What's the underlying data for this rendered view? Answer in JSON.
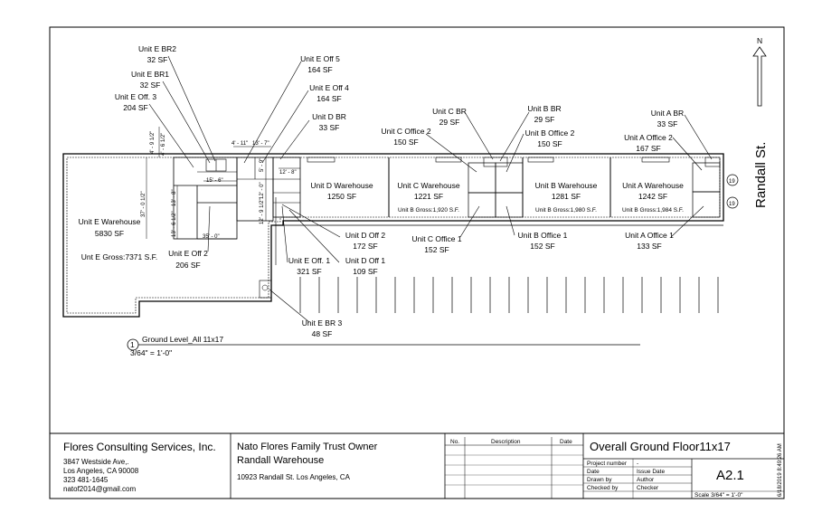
{
  "north_label": "N",
  "street_label": "Randall St.",
  "door_tag": "19",
  "rooms": {
    "unit_e_br2": {
      "name": "Unit E BR2",
      "area": "32 SF"
    },
    "unit_e_br1": {
      "name": "Unit E BR1",
      "area": "32 SF"
    },
    "unit_e_off3": {
      "name": "Unit E Off. 3",
      "area": "204 SF"
    },
    "unit_e_off5": {
      "name": "Unit E Off 5",
      "area": "164 SF"
    },
    "unit_e_off4": {
      "name": "Unit E Off 4",
      "area": "164 SF"
    },
    "unit_d_br": {
      "name": "Unit D BR",
      "area": "33 SF"
    },
    "unit_c_br": {
      "name": "Unit C BR",
      "area": "29 SF"
    },
    "unit_b_br": {
      "name": "Unit B BR",
      "area": "29 SF"
    },
    "unit_c_office2": {
      "name": "Unit C Office 2",
      "area": "150 SF"
    },
    "unit_b_office2": {
      "name": "Unit B Office 2",
      "area": "150 SF"
    },
    "unit_a_br": {
      "name": "Unit A BR",
      "area": "33 SF"
    },
    "unit_a_office2": {
      "name": "Unit A Office 2",
      "area": "167 SF"
    },
    "unit_e_warehouse": {
      "name": "Unit E Warehouse",
      "area": "5830 SF"
    },
    "unit_d_warehouse": {
      "name": "Unit D Warehouse",
      "area": "1250 SF"
    },
    "unit_c_warehouse": {
      "name": "Unit C Warehouse",
      "area": "1221 SF"
    },
    "unit_b_warehouse": {
      "name": "Unit B Warehouse",
      "area": "1281 SF"
    },
    "unit_a_warehouse": {
      "name": "Unit A Warehouse",
      "area": "1242 SF"
    },
    "unit_d_off2": {
      "name": "Unit D Off 2",
      "area": "172 SF"
    },
    "unit_c_office1": {
      "name": "Unit C Office 1",
      "area": "152 SF"
    },
    "unit_b_office1": {
      "name": "Unit B Office 1",
      "area": "152 SF"
    },
    "unit_a_office1": {
      "name": "Unit A Office 1",
      "area": "133 SF"
    },
    "unit_e_off2": {
      "name": "Unit E Off 2",
      "area": "206 SF"
    },
    "unit_e_off1": {
      "name": "Unit E Off. 1",
      "area": "321 SF"
    },
    "unit_d_off1": {
      "name": "Unit D Off 1",
      "area": "109 SF"
    },
    "unit_e_br3": {
      "name": "Unit E BR 3",
      "area": "48 SF"
    }
  },
  "gross": {
    "unit_e": "Unt E Gross:7371 S.F.",
    "unit_b_c": "Unit B Gross:1,920 S.F.",
    "unit_b": "Unit B Gross:1,980 S.F.",
    "unit_b_a": "Unit B Gross:1,984 S.F."
  },
  "dimensions": {
    "d1": "4' - 9 1/2\"",
    "d2": "4' - 6 1/2\"",
    "d3": "37' - 0 1/2\"",
    "d4": "13' - 8\"",
    "d5": "13' - 6 1/2\"",
    "d6": "15' - 6\"",
    "d7": "35' - 0\"",
    "d8": "4' - 11\"",
    "d9": "13' - 7\"",
    "d10": "12' - 8\"",
    "d11": "5' - 9\"",
    "d12": "12' - 0\"",
    "d13": "12' - 9 1/2\""
  },
  "view": {
    "number": "1",
    "title": "Ground Level_All 11x17",
    "scale": "3/64\" = 1'-0\""
  },
  "title_block": {
    "firm_name": "Flores Consulting Services, Inc.",
    "firm_address1": "3847 Westside Ave,.",
    "firm_address2": "Los Angeles, CA 90008",
    "firm_phone": "323 481-1645",
    "firm_email": "natof2014@gmail.com",
    "owner": "Nato Flores Family Trust Owner",
    "project_name": "Randall Warehouse",
    "project_address": "10923 Randall St. Los Angeles, CA",
    "revision_headers": {
      "no": "No.",
      "description": "Description",
      "date": "Date"
    },
    "sheet_name": "Overall Ground Floor11x17",
    "project_number_label": "Project number",
    "project_number": "-",
    "date_label": "Date",
    "date_value": "Issue Date",
    "drawn_by_label": "Drawn by",
    "drawn_by": "Author",
    "checked_by_label": "Checked by",
    "checked_by": "Checker",
    "sheet_number": "A2.1",
    "scale_text": "Scale  3/64\" = 1'-0\"",
    "timestamp": "6/18/2019 8:49:26 AM"
  }
}
